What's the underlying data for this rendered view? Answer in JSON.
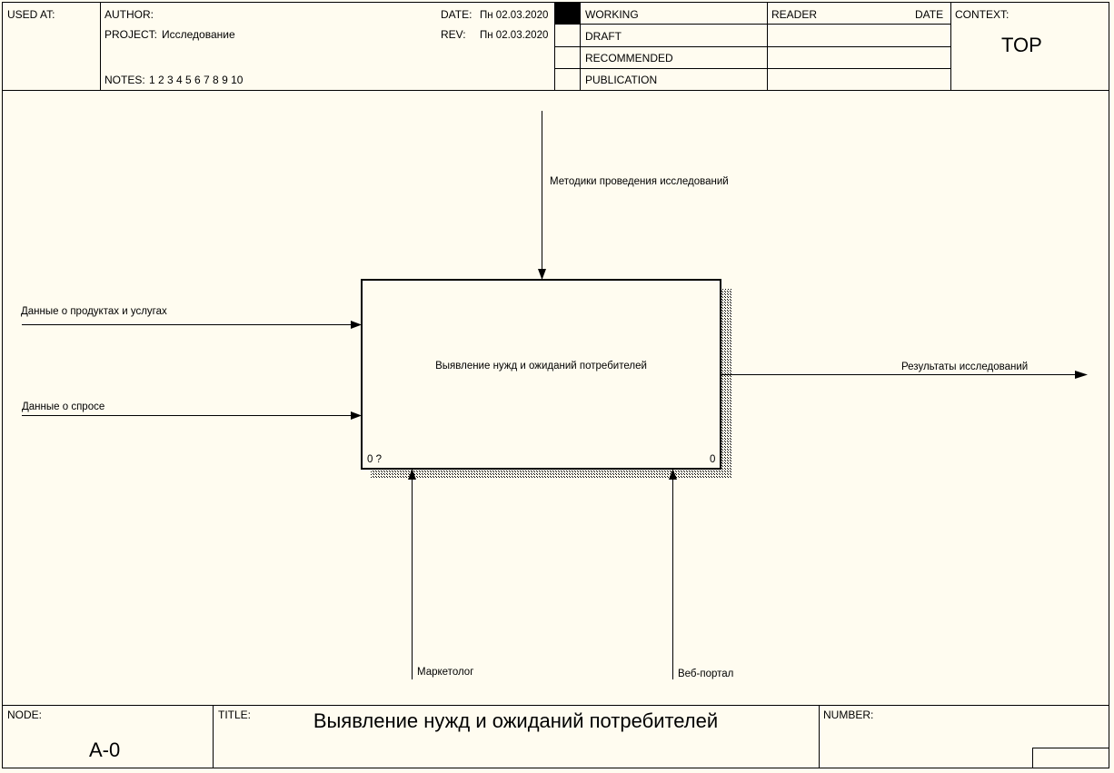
{
  "header": {
    "used_at_label": "USED AT:",
    "author_label": "AUTHOR:",
    "author_value": "",
    "project_label": "PROJECT:",
    "project_value": "Исследование",
    "notes_label": "NOTES:",
    "notes_value": "1  2  3  4  5  6  7  8  9  10",
    "date_label": "DATE:",
    "date_value": "Пн 02.03.2020",
    "rev_label": "REV:",
    "rev_value": "Пн 02.03.2020",
    "status": [
      {
        "label": "WORKING",
        "active": true
      },
      {
        "label": "DRAFT",
        "active": false
      },
      {
        "label": "RECOMMENDED",
        "active": false
      },
      {
        "label": "PUBLICATION",
        "active": false
      }
    ],
    "reader_label": "READER",
    "reader_date_label": "DATE",
    "context_label": "CONTEXT:",
    "context_value": "TOP"
  },
  "diagram": {
    "activity": {
      "name": "Выявление нужд и ожиданий потребителей",
      "node_ref": "0 ?",
      "box_number": "0"
    },
    "arrows": {
      "control": "Методики проведения исследований",
      "input_1": "Данные о продуктах и услугах",
      "input_2": "Данные о спросе",
      "output": "Результаты исследований",
      "mechanism_1": "Маркетолог",
      "mechanism_2": "Веб-портал"
    }
  },
  "footer": {
    "node_label": "NODE:",
    "node_value": "A-0",
    "title_label": "TITLE:",
    "title_value": "Выявление нужд и ожиданий потребителей",
    "number_label": "NUMBER:",
    "number_value": ""
  },
  "colors": {
    "background": "#fffcf0",
    "line": "#000000"
  }
}
